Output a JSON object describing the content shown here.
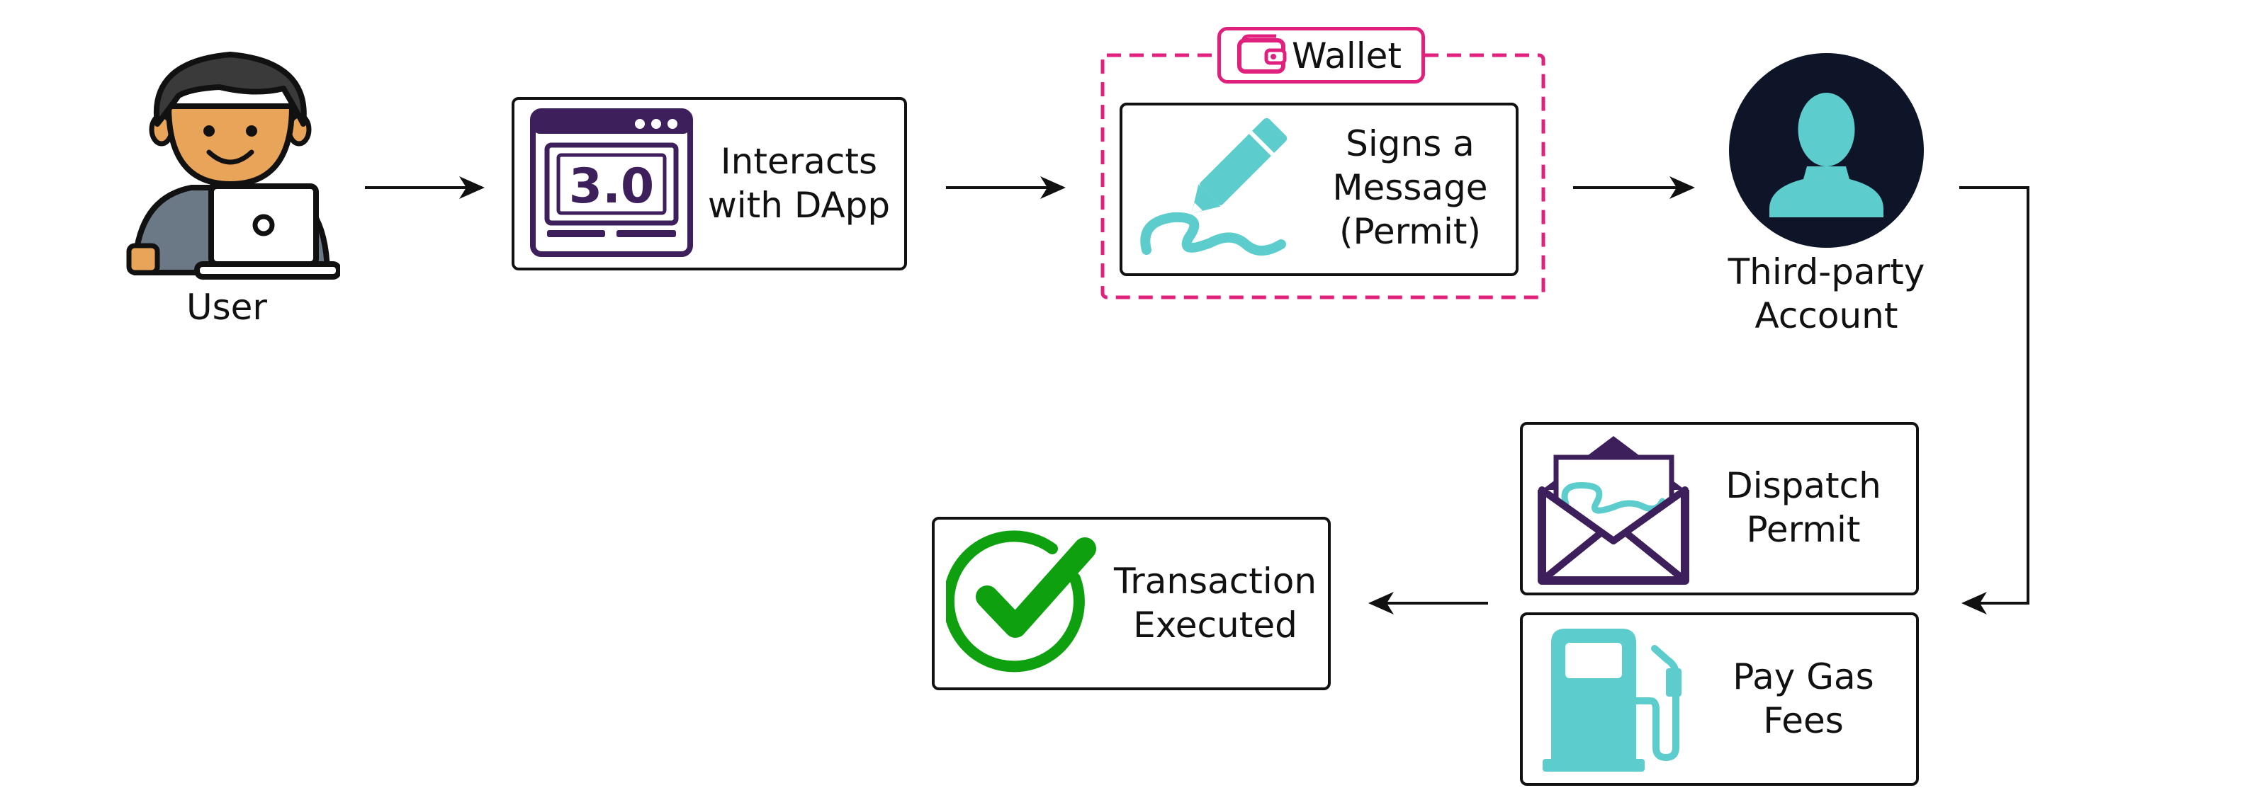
{
  "nodes": {
    "user": {
      "label": "User",
      "icon": "user-laptop-icon"
    },
    "dapp": {
      "line1": "Interacts",
      "line2": "with DApp",
      "badge": "3.0",
      "icon": "dapp-window-icon"
    },
    "wallet": {
      "title": "Wallet",
      "icon": "wallet-icon"
    },
    "sign": {
      "line1": "Signs a",
      "line2": "Message",
      "line3": "(Permit)",
      "icon": "pen-signature-icon"
    },
    "third_party": {
      "line1": "Third-party",
      "line2": "Account",
      "icon": "person-silhouette-icon"
    },
    "dispatch": {
      "line1": "Dispatch",
      "line2": "Permit",
      "icon": "envelope-icon"
    },
    "gas": {
      "line1": "Pay Gas",
      "line2": "Fees",
      "icon": "fuel-pump-icon"
    },
    "executed": {
      "line1": "Transaction",
      "line2": "Executed",
      "icon": "checkmark-icon"
    }
  },
  "colors": {
    "stroke": "#111111",
    "purple": "#3d1f5c",
    "teal": "#5ccdcc",
    "magenta": "#e0207d",
    "green": "#0fa00f",
    "navy": "#0f1528",
    "skin": "#e8a458",
    "hair": "#3a3a3a",
    "shirt": "#6b7886"
  }
}
